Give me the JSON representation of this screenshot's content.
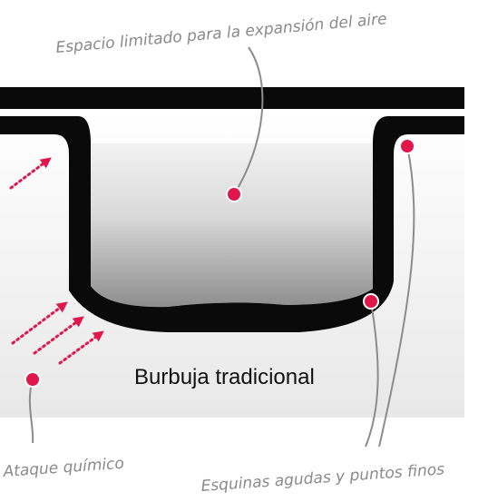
{
  "labels": {
    "top": "Espacio limitado para la expansión del aire",
    "corners": "Esquinas agudas y puntos finos",
    "chemical": "Ataque químico",
    "bubble": "Burbuja tradicional"
  },
  "colors": {
    "film": "#0a0a0a",
    "marker": "#e0174b",
    "arrow": "#e0174b",
    "leader": "#8c8c8c",
    "caption": "#8a8a8a"
  },
  "icons": [
    "dotted-arrow-icon",
    "marker-dot-icon"
  ]
}
